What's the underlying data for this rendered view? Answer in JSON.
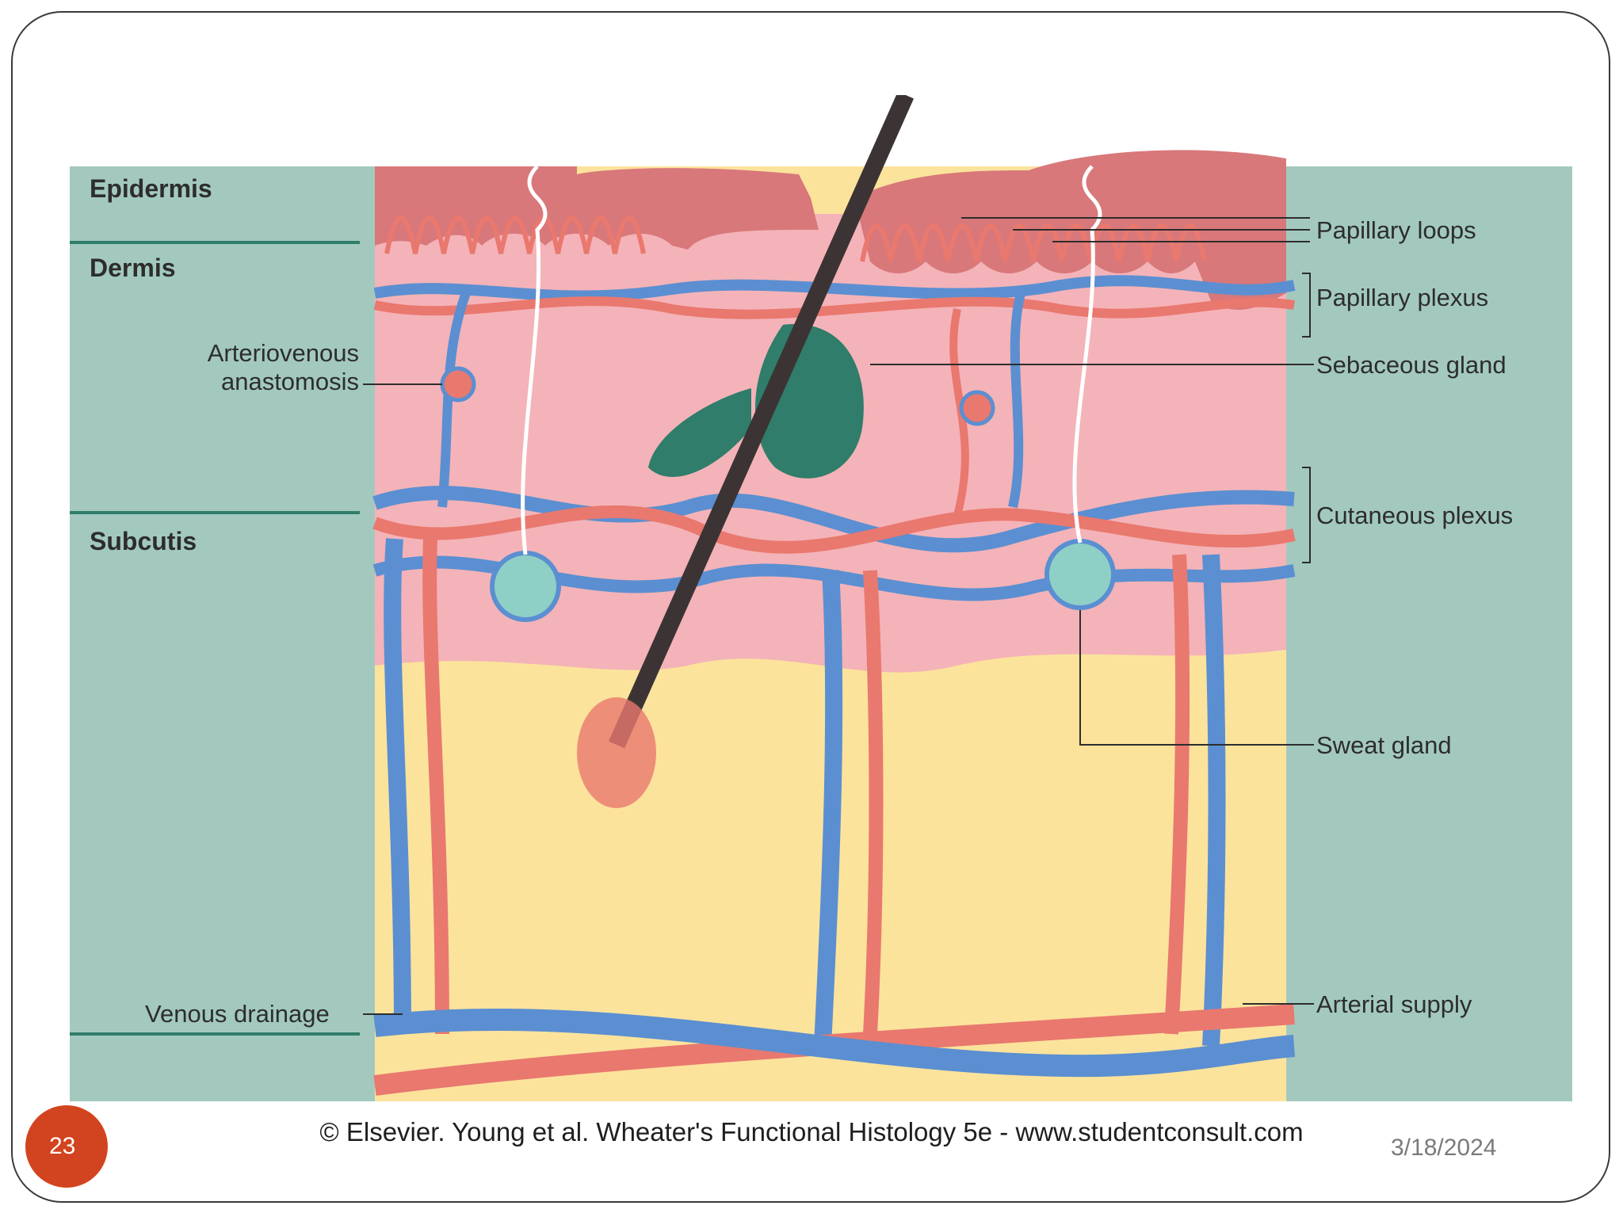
{
  "layers": {
    "epidermis": "Epidermis",
    "dermis": "Dermis",
    "subcutis": "Subcutis"
  },
  "labels": {
    "arteriovenous_line1": "Arteriovenous",
    "arteriovenous_line2": "anastomosis",
    "venous_drainage": "Venous drainage",
    "papillary_loops": "Papillary loops",
    "papillary_plexus": "Papillary plexus",
    "sebaceous_gland": "Sebaceous gland",
    "cutaneous_plexus": "Cutaneous plexus",
    "sweat_gland": "Sweat gland",
    "arterial_supply": "Arterial supply"
  },
  "caption": "© Elsevier. Young et al. Wheater's Functional Histology 5e - www.studentconsult.com",
  "slide_number": "23",
  "slide_date": "3/18/2024",
  "colors": {
    "side_panel": "#a3c9bf",
    "epidermis": "#d8787a",
    "dermis": "#f4b3b8",
    "subcutis": "#fce39c",
    "artery": "#e9786f",
    "vein": "#5b8fd1",
    "gland": "#2f7d6a",
    "hair": "#3c3434",
    "accent": "#d2441f"
  }
}
